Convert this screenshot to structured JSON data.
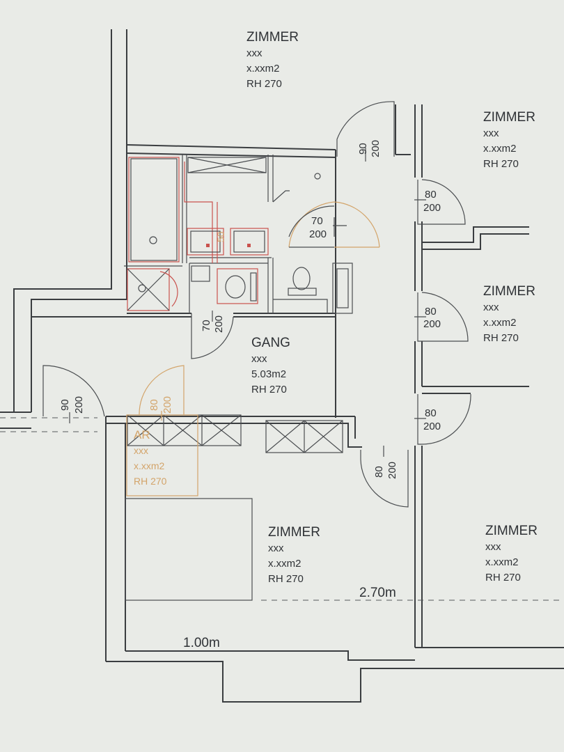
{
  "rooms": {
    "zimmer_top": {
      "name": "ZIMMER",
      "code": "xxx",
      "area": "x.xxm2",
      "height": "RH 270"
    },
    "zimmer_right_1": {
      "name": "ZIMMER",
      "code": "xxx",
      "area": "x.xxm2",
      "height": "RH 270"
    },
    "zimmer_right_2": {
      "name": "ZIMMER",
      "code": "xxx",
      "area": "x.xxm2",
      "height": "RH 270"
    },
    "gang": {
      "name": "GANG",
      "code": "xxx",
      "area": "5.03m2",
      "height": "RH 270"
    },
    "ar": {
      "name": "AR",
      "code": "xxx",
      "area": "x.xxm2",
      "height": "RH 270"
    },
    "zimmer_main": {
      "name": "ZIMMER",
      "code": "xxx",
      "area": "x.xxm2",
      "height": "RH 270"
    },
    "zimmer_bottom_right": {
      "name": "ZIMMER",
      "code": "xxx",
      "area": "x.xxm2",
      "height": "RH 270"
    }
  },
  "doors": {
    "d_top_width": "90",
    "d_top_height": "200",
    "d_bath_width": "70",
    "d_bath_height": "200",
    "d_right1_width": "80",
    "d_right1_height": "200",
    "d_right2_width": "80",
    "d_right2_height": "200",
    "d_right3_width": "80",
    "d_right3_height": "200",
    "d_gang_width": "70",
    "d_gang_height": "200",
    "d_entry_width": "90",
    "d_entry_height": "200",
    "d_ar_width": "80",
    "d_ar_height": "200",
    "d_main_width": "80",
    "d_main_height": "200"
  },
  "fixtures": {
    "cabinet_label": "50"
  },
  "dimensions": {
    "dim_1": "2.70m",
    "dim_2": "1.00m"
  }
}
